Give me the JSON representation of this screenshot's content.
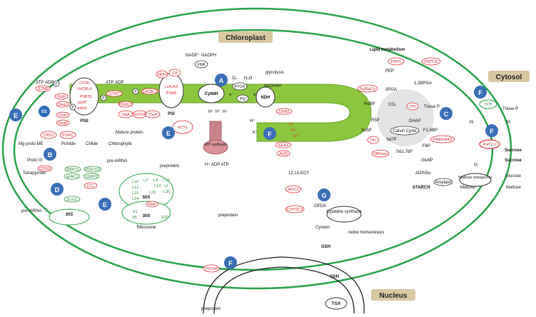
{
  "compartments": {
    "chloroplast": "Chloroplast",
    "cytosol": "Cytosol",
    "nucleus": "Nucleus"
  },
  "badges": {
    "A": "A",
    "B": "B",
    "C": "C",
    "D": "D",
    "E1": "E",
    "E2": "E",
    "E3": "E",
    "F1": "F",
    "F2": "F",
    "F3": "F",
    "F4": "F",
    "G": "G"
  },
  "photosystems": {
    "psii_label": "PSII",
    "psi_label": "PSI",
    "cytb6f": "Cytb6f",
    "ndh": "NDH",
    "atp_synthesis": "ATP synthesis",
    "fnr": "FNR",
    "ptox": "PTOX",
    "pq": "PQ",
    "pc": "PC"
  },
  "psii_genes": {
    "cp26": "CP26",
    "lhcbl4": "LHCBL4",
    "psb33": "PSB33",
    "psbp": "psbP",
    "psbq": "psbQ",
    "stn8": "STN8",
    "ftsh": "FtsH",
    "deg1": "Deg1",
    "d1": "D1",
    "ftsh2": "FtsH",
    "deg5": "Deg5"
  },
  "psi_genes": {
    "stn7": "STN7",
    "pgrl1": "PGRL1",
    "lhcbl3": "LHCBL3",
    "lhca3": "LHCA3",
    "psaa": "PSAA",
    "fd": "Fd",
    "ndh_gene": "NDH",
    "crr6": "CRR6"
  },
  "small_labels": {
    "atp": "ATP",
    "adp": "ADP",
    "atp2": "ATP",
    "adp2": "ADP",
    "p1": "P",
    "p2": "P",
    "p3": "P",
    "p4": "P",
    "nadp": "NADP⁺",
    "nadph": "NADPH",
    "o2": "O₂",
    "h2o": "H₂O",
    "e1": "e⁻",
    "e2": "e⁻",
    "nadh": "NADH/H⁺",
    "glycolysis": "glycolysis",
    "h_plus_1": "H⁺",
    "h_plus_2": "H⁺",
    "h_plus_3": "H⁺",
    "h_plus_4": "H⁺",
    "k_plus": "K⁺",
    "h_red1": "H⁺",
    "h_red2": "H⁺",
    "h_red3": "H⁺",
    "kea3": "KEA3",
    "h_adp_atp": "H⁺  ADP    ATP",
    "pi": "Pi"
  },
  "tetrapyrrole": {
    "crd1": "CRD1",
    "porc": "PORC",
    "mg_proto": "Mg-proto ME",
    "pchlide": "Pchlide",
    "chlide": "Chlide",
    "chlorophylls": "Chlorophylls",
    "proto_ix": "Proto IX",
    "tetrapyrrole": "Tetrapyrrole",
    "cpox": "CPOX"
  },
  "protein_processing": {
    "mature_protein": "Mature protein",
    "scy1": "SCY1",
    "preprotein1": "preprotein",
    "preprotein2": "preprotein",
    "preprotein3": "preprotein",
    "toc64": "TOC64",
    "mrna_red1": "TatA",
    "mrna_red2": "Hcf106",
    "mrna_red3": "Tha4"
  },
  "splicing": {
    "pre_mrna_top": "pre-mRNA",
    "pre_mrna_left": "pre-mRNA",
    "rbp31": "RBP31",
    "pde322": "PDE322",
    "gfac1": "gFAC1",
    "ssbp2": "SSBP2",
    "ccl": "CCL",
    "zug1": "ZUG1",
    "s30": "30S"
  },
  "ribosome": {
    "label": "Ribosome",
    "s50": "50S",
    "s30": "30S",
    "rrf": "RRF",
    "proteins_green": [
      "L10",
      "L2",
      "L4",
      "L12",
      "L14",
      "L29",
      "L21",
      "L24",
      "L9",
      "L13",
      "L35",
      "S1",
      "S5",
      "S20"
    ]
  },
  "cytosol_calvin": {
    "lipid": "Lipid metabolism",
    "pep": "PEP",
    "pkp1": "PKP1",
    "pepck": "PEPCK",
    "rubisco": "RuBisCo",
    "three_pga": "3PGA",
    "bpga": "1,3BPGA",
    "rubp": "RuBP",
    "co2": "CO₂",
    "r5p": "R5P",
    "tpi": "TPI",
    "triose_p": "Triose P",
    "dhap": "DHAP",
    "xu5p": "Xu5P",
    "sd7p": "Sd7P",
    "tkl": "TKL",
    "sbpase": "SBPase",
    "calvin": "Calvin Cycle",
    "f16bp": "F1,6BP",
    "fba": "FBA/FBA3",
    "f6p": "F6P",
    "sd17bp": "Sd1,7bP",
    "glu6p": "Glu6P",
    "adpglu": "ADPGlu",
    "amylase": "Amylase",
    "starch": "STARCH",
    "maltose": "Maltose",
    "tpt": "TPT",
    "triose_p_cyt": "Triose P",
    "pi1": "Pi",
    "pi2": "Pi",
    "pi3": "Pi",
    "sucrose1": "Sucrose",
    "sucrose2": "Sucrose",
    "glucose": "Glucose",
    "pht": "PHT2;1",
    "maltose_transporter": "Maltose transporter",
    "maltose_cyt": "Maltose"
  },
  "jasmonate": {
    "aos": "AOS",
    "eot": "12,13-EOT",
    "aoc3": "AOC3",
    "opda": "OPDA",
    "cyp20": "CYP20-3",
    "cysteine_synthase": "Cysteine synthase",
    "cysteine": "Cystein",
    "gsh1": "GSH",
    "redox": "redox homeostasis",
    "gsh2": "GSH",
    "tga": "TGA"
  }
}
